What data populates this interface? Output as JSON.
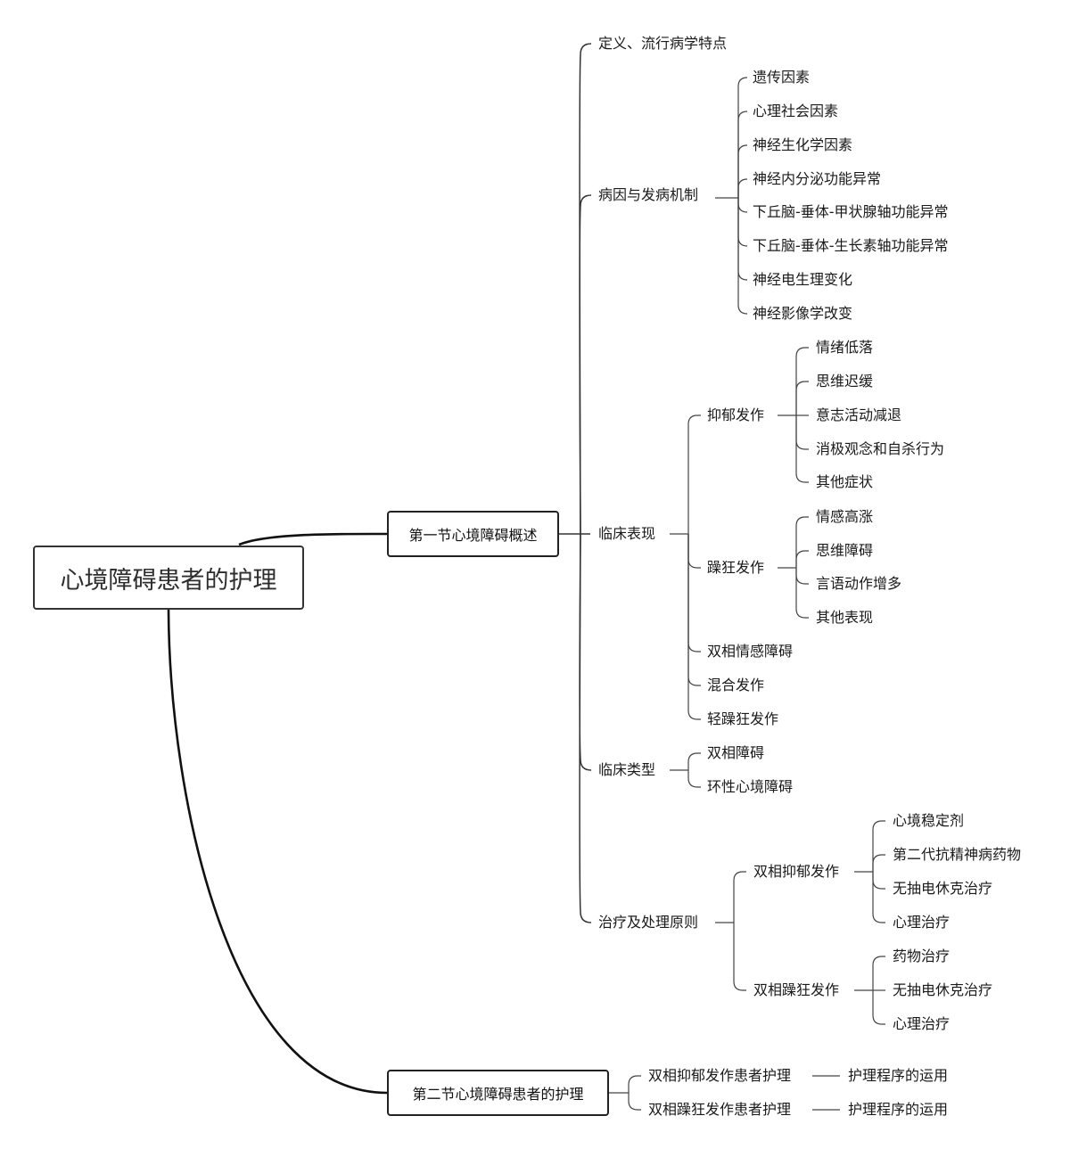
{
  "root": {
    "label": "心境障碍患者的护理"
  },
  "section1": {
    "label": "第一节心境障碍概述",
    "definition": "定义、流行病学特点",
    "etiology": {
      "label": "病因与发病机制",
      "items": [
        "遗传因素",
        "心理社会因素",
        "神经生化学因素",
        "神经内分泌功能异常",
        "下丘脑-垂体-甲状腺轴功能异常",
        "下丘脑-垂体-生长素轴功能异常",
        "神经电生理变化",
        "神经影像学改变"
      ]
    },
    "clinical": {
      "label": "临床表现",
      "depression": {
        "label": "抑郁发作",
        "items": [
          "情绪低落",
          "思维迟缓",
          "意志活动减退",
          "消极观念和自杀行为",
          "其他症状"
        ]
      },
      "mania": {
        "label": "躁狂发作",
        "items": [
          "情感高涨",
          "思维障碍",
          "言语动作增多",
          "其他表现"
        ]
      },
      "others": [
        "双相情感障碍",
        "混合发作",
        "轻躁狂发作"
      ]
    },
    "types": {
      "label": "临床类型",
      "items": [
        "双相障碍",
        "环性心境障碍"
      ]
    },
    "treatment": {
      "label": "治疗及处理原则",
      "depression": {
        "label": "双相抑郁发作",
        "items": [
          "心境稳定剂",
          "第二代抗精神病药物",
          "无抽电休克治疗",
          "心理治疗"
        ]
      },
      "mania": {
        "label": "双相躁狂发作",
        "items": [
          "药物治疗",
          "无抽电休克治疗",
          "心理治疗"
        ]
      }
    }
  },
  "section2": {
    "label": "第二节心境障碍患者的护理",
    "items": [
      {
        "label": "双相抑郁发作患者护理",
        "detail": "护理程序的运用"
      },
      {
        "label": "双相躁狂发作患者护理",
        "detail": "护理程序的运用"
      }
    ]
  }
}
